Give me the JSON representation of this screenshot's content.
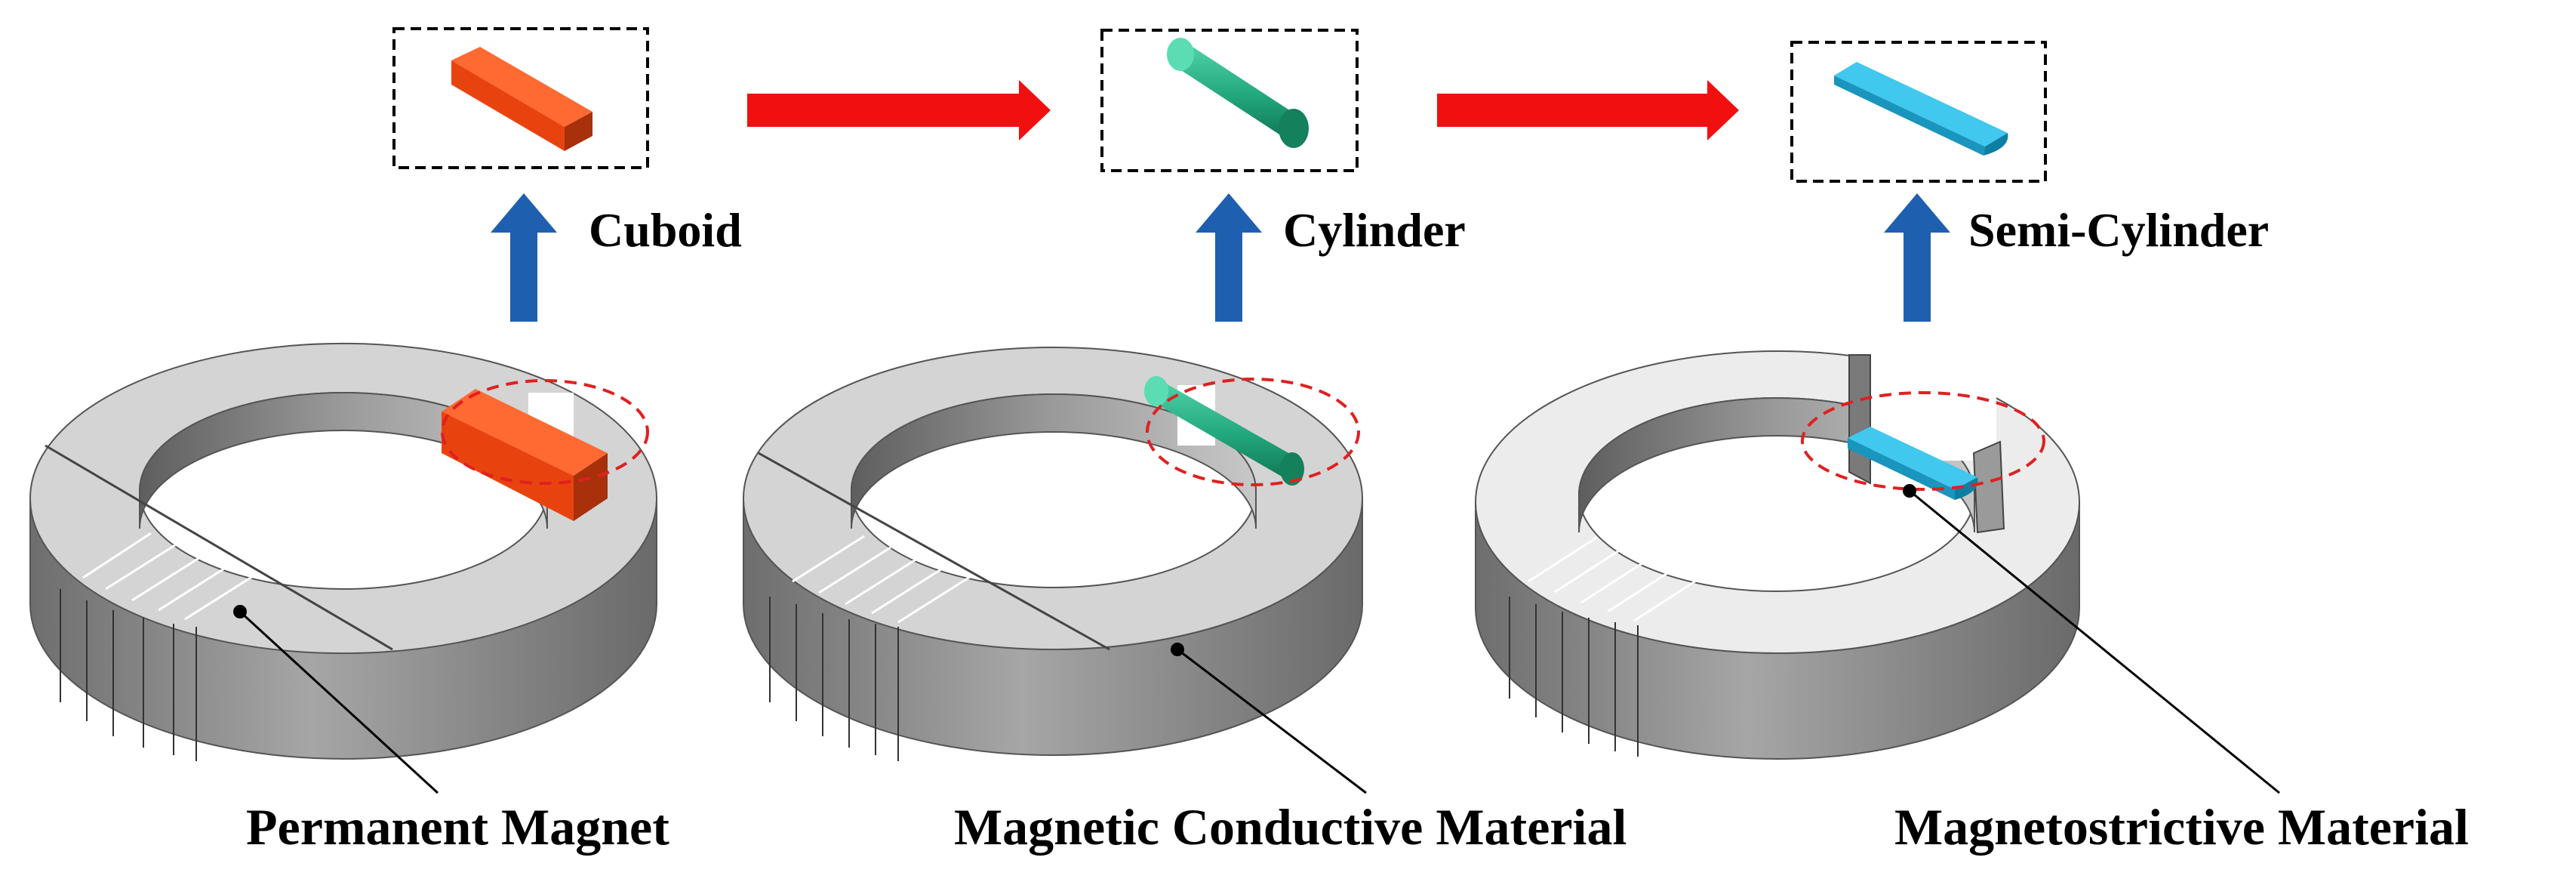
{
  "shapes": {
    "cuboid": {
      "label": "Cuboid",
      "color": "#f24a14",
      "dark": "#b8320a",
      "side": "#d93d0f"
    },
    "cylinder": {
      "label": "Cylinder",
      "color": "#2fb48a",
      "dark": "#168a63",
      "side": "#23a07a"
    },
    "semi_cylinder": {
      "label": "Semi-Cylinder",
      "color": "#2cb6dd",
      "dark": "#1388b0",
      "side": "#1fa0c8"
    }
  },
  "parts": {
    "permanent_magnet": {
      "label": "Permanent Magnet"
    },
    "magnetic_conductive_material": {
      "label": "Magnetic Conductive Material"
    },
    "magnetostrictive_material": {
      "label": "Magnetostrictive Material"
    }
  },
  "colors": {
    "flow_arrow": "#f01010",
    "up_arrow": "#1f5fb0",
    "highlight_ellipse": "#e02020",
    "ring_top": "#d4d4d4",
    "ring_side": "#8a8a8a"
  }
}
